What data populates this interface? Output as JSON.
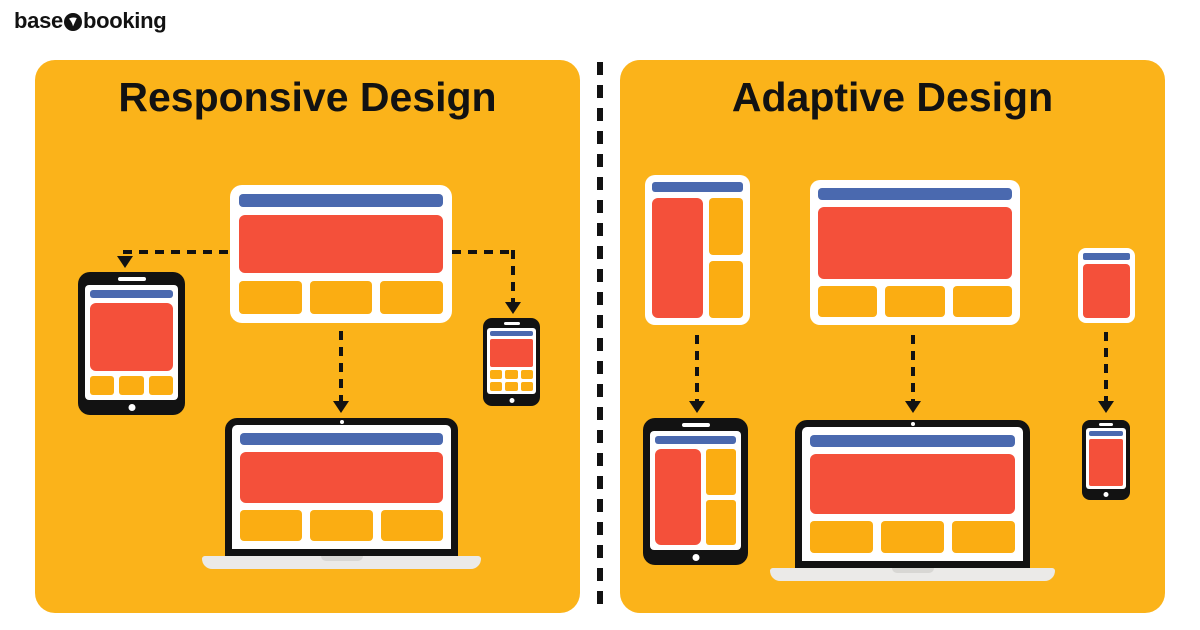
{
  "logo": {
    "part1": "base",
    "part2": "booking"
  },
  "icons": {
    "logo_mark": "bird-in-black-circle"
  },
  "panels": {
    "responsive": {
      "title": "Responsive Design",
      "devices": [
        "browser-wireframe",
        "tablet",
        "phone",
        "laptop"
      ]
    },
    "adaptive": {
      "title": "Adaptive Design",
      "devices": [
        "tablet-wireframe",
        "desktop-wireframe",
        "phone-wireframe",
        "tablet",
        "laptop",
        "phone"
      ]
    }
  },
  "colors": {
    "panel_bg": "#FBB31A",
    "accent_red": "#F4503A",
    "accent_blue": "#4A69AF",
    "accent_yellow": "#FBAD12",
    "ink": "#121212",
    "laptop_base": "#EBEAE8",
    "laptop_notch": "#D8D7D4"
  }
}
